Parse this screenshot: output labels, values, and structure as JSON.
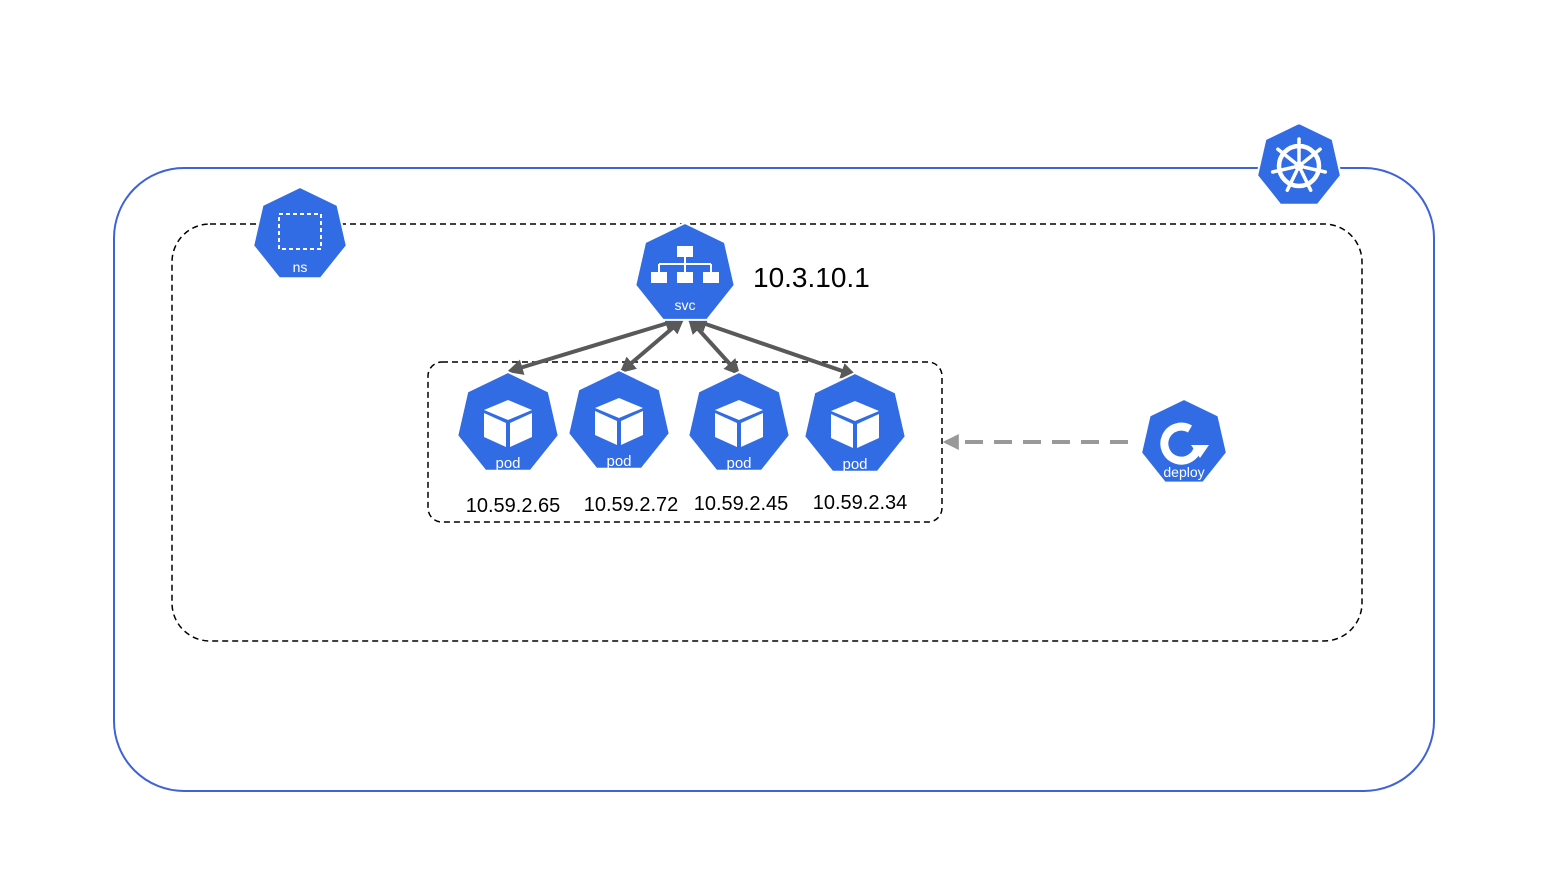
{
  "colors": {
    "k8s_blue": "#326ce5",
    "cluster_border": "#3f62d9",
    "arrow": "#595959",
    "dashed_arrow": "#999999",
    "white": "#ffffff",
    "text": "#000000"
  },
  "cluster": {
    "icon": "kubernetes-helm-icon"
  },
  "namespace": {
    "label": "ns",
    "icon": "namespace-icon"
  },
  "service": {
    "label": "svc",
    "ip": "10.3.10.1",
    "icon": "network-tree-icon"
  },
  "pods": [
    {
      "label": "pod",
      "ip": "10.59.2.65",
      "icon": "cube-icon"
    },
    {
      "label": "pod",
      "ip": "10.59.2.72",
      "icon": "cube-icon"
    },
    {
      "label": "pod",
      "ip": "10.59.2.45",
      "icon": "cube-icon"
    },
    {
      "label": "pod",
      "ip": "10.59.2.34",
      "icon": "cube-icon"
    }
  ],
  "deployment": {
    "label": "deploy",
    "icon": "rotate-arrow-icon"
  }
}
